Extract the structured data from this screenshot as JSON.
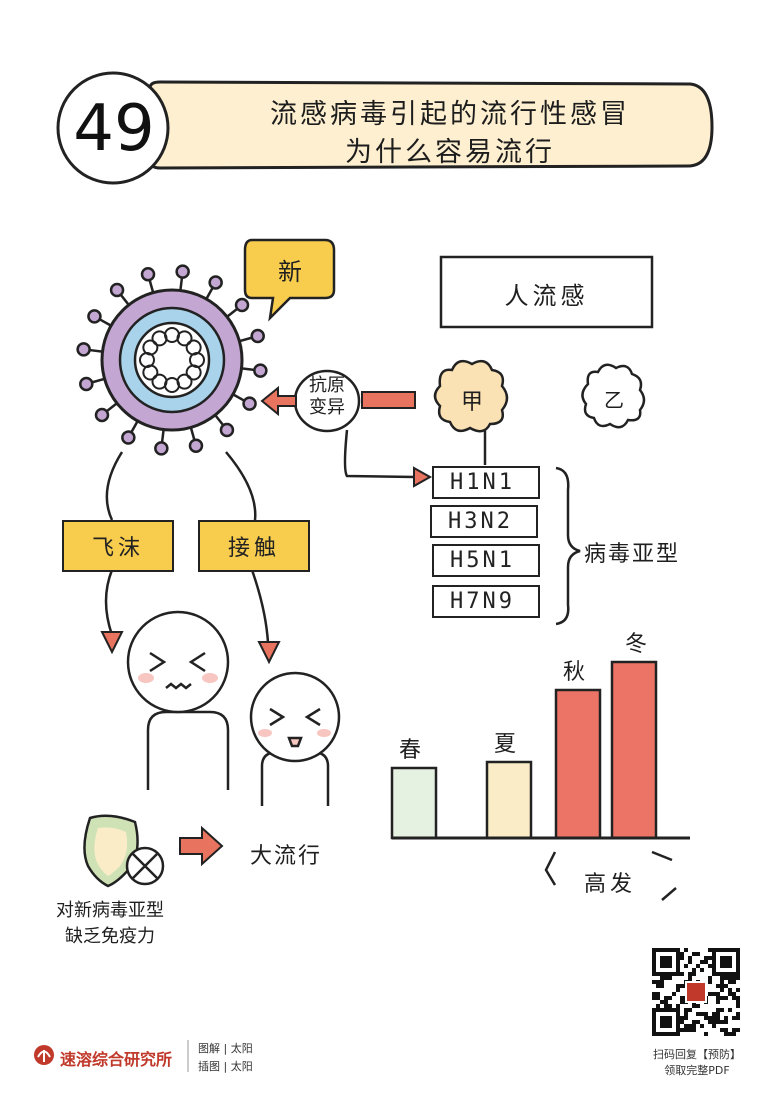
{
  "header": {
    "number": "49",
    "title_line1": "流感病毒引起的流行性感冒",
    "title_line2": "为什么容易流行"
  },
  "virus": {
    "new_label": "新",
    "antigen_label_line1": "抗原",
    "antigen_label_line2": "变异"
  },
  "transmission": {
    "droplet": "飞沫",
    "contact": "接触"
  },
  "human_flu": {
    "box_title": "人流感",
    "type_a": "甲",
    "type_b": "乙",
    "subtypes": [
      "H1N1",
      "H3N2",
      "H5N1",
      "H7N9"
    ],
    "subtypes_label": "病毒亚型"
  },
  "immunity": {
    "caption_line1": "对新病毒亚型",
    "caption_line2": "缺乏免疫力",
    "result": "大流行"
  },
  "chart_data": {
    "type": "bar",
    "categories": [
      "春",
      "夏",
      "秋",
      "冬"
    ],
    "values": [
      70,
      76,
      148,
      176
    ],
    "colors": [
      "#e6f2e1",
      "#fbecc8",
      "#ec7466",
      "#ec7466"
    ],
    "annotation": "高发"
  },
  "footer": {
    "org": "速溶综合研究所",
    "credit_illustration": "图解 | 太阳",
    "credit_drawing": "插图 | 太阳",
    "qr_caption_line1": "扫码回复【预防】",
    "qr_caption_line2": "领取完整PDF"
  },
  "colors": {
    "title_band": "#fdefcf",
    "title_band_edge": "#f5c44c",
    "tag": "#f8cd4e",
    "arrow": "#e8735e",
    "virus_outer": "#c3a6d2",
    "virus_inner": "#a9d3ea",
    "shield": "#cfe2b6",
    "accent_red": "#c0392b"
  }
}
